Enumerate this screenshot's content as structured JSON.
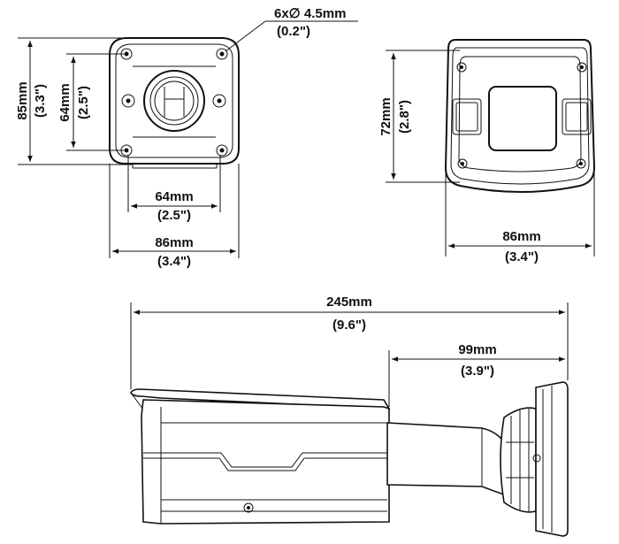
{
  "back_view": {
    "hole_spec": "6x∅ 4.5mm",
    "hole_spec_in": "(0.2\")",
    "height_mm": "85mm",
    "height_in": "(3.3\")",
    "hole_v_mm": "64mm",
    "hole_v_in": "(2.5\")",
    "hole_h_mm": "64mm",
    "hole_h_in": "(2.5\")",
    "width_mm": "86mm",
    "width_in": "(3.4\")"
  },
  "front_view": {
    "height_mm": "72mm",
    "height_in": "(2.8\")",
    "width_mm": "86mm",
    "width_in": "(3.4\")"
  },
  "side_view": {
    "length_mm": "245mm",
    "length_in": "(9.6\")",
    "bracket_mm": "99mm",
    "bracket_in": "(3.9\")"
  }
}
